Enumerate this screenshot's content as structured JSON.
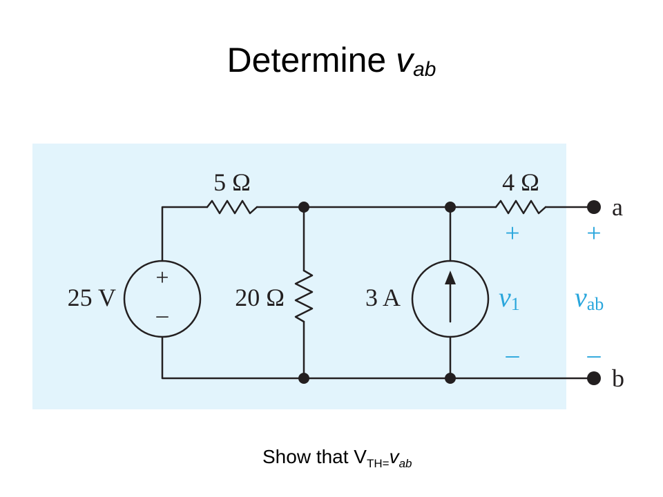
{
  "title": {
    "text": "Determine ",
    "var": "v",
    "sub": "ab"
  },
  "circuit": {
    "source_voltage": "25 V",
    "source_plus": "+",
    "source_minus": "–",
    "r1": "5 Ω",
    "r2": "20 Ω",
    "r3": "4 Ω",
    "current_source": "3 A",
    "v1_var": "v",
    "v1_sub": "1",
    "vab_var": "v",
    "vab_sub": "ab",
    "plus": "+",
    "minus": "–",
    "terminal_a": "a",
    "terminal_b": "b"
  },
  "note": {
    "text": "Show that V",
    "sub": "TH",
    "eq": "=",
    "var": "v",
    "var_sub": "ab"
  },
  "colors": {
    "panel_bg": "#e2f4fc",
    "wire": "#231f20",
    "accent": "#29a6dc",
    "text": "#000000"
  }
}
